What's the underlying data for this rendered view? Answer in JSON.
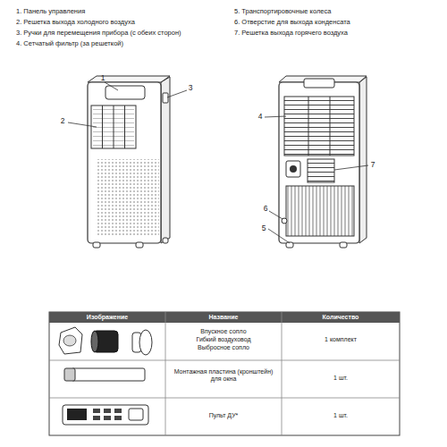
{
  "diagram": {
    "labels": [
      "1. Панель управления",
      "2. Решетка выхода холодного воздуха",
      "3. Ручки для перемещения прибора (с обеих сторон)",
      "4. Сетчатый фильтр (за решеткой)",
      "5. Транспортировочные колеса",
      "6. Отверстие для выхода конденсата",
      "7. Решетка выхода горячего воздуха",
      "1",
      "2",
      "3",
      "4",
      "5",
      "6",
      "7",
      "Изображение",
      "Название",
      "Количество",
      "Впускное сопло",
      "Гибкий воздуховод",
      "Выбросное сопло",
      "1 комплект",
      "Монтажная пластина (кронштейн) для окна",
      "1 шт.",
      "Пульт ДУ*",
      "1 шт."
    ]
  }
}
